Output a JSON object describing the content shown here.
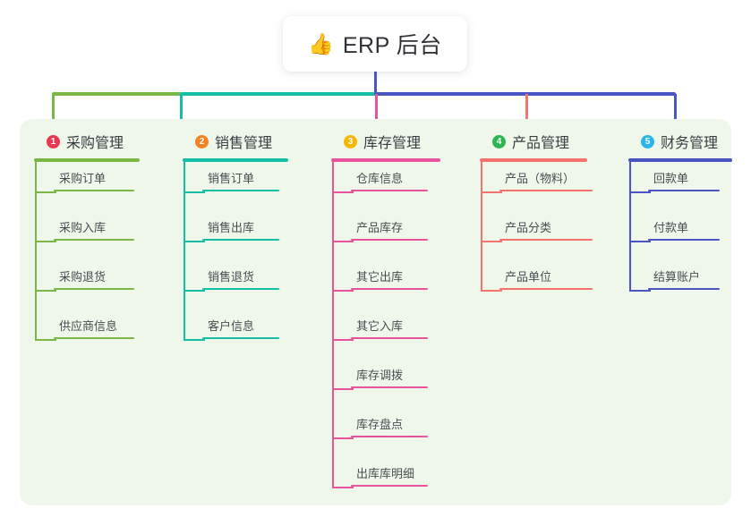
{
  "diagram": {
    "type": "org-tree-mindmap",
    "root": {
      "icon": "thumbs-up-icon",
      "emoji": "👍",
      "title": "ERP 后台"
    },
    "panel_background": "#eef7e9",
    "root_stem_color": "#4a55c4",
    "columns": [
      {
        "index": "1",
        "title": "采购管理",
        "badge_color": "#e8384f",
        "line_color": "#7ab648",
        "items": [
          "采购订单",
          "采购入库",
          "采购退货",
          "供应商信息"
        ]
      },
      {
        "index": "2",
        "title": "销售管理",
        "badge_color": "#f58220",
        "line_color": "#13bfa6",
        "items": [
          "销售订单",
          "销售出库",
          "销售退货",
          "客户信息"
        ]
      },
      {
        "index": "3",
        "title": "库存管理",
        "badge_color": "#f5b800",
        "line_color": "#e8539e",
        "items": [
          "仓库信息",
          "产品库存",
          "其它出库",
          "其它入库",
          "库存调拨",
          "库存盘点",
          "出库库明细"
        ]
      },
      {
        "index": "4",
        "title": "产品管理",
        "badge_color": "#2eb553",
        "line_color": "#f4736d",
        "items": [
          "产品（物料）",
          "产品分类",
          "产品单位"
        ]
      },
      {
        "index": "5",
        "title": "财务管理",
        "badge_color": "#29b6e8",
        "line_color": "#4a55c4",
        "items": [
          "回款单",
          "付款单",
          "结算账户"
        ]
      }
    ]
  }
}
